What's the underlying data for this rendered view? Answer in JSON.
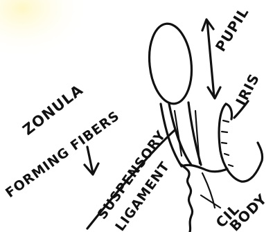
{
  "labels": {
    "zonula": "ZONULA",
    "forming_fibers": "FORMING FIBERS",
    "suspensory": "SUSPENSORY",
    "ligament": "LIGAMENT",
    "pupil": "PUPIL",
    "iris": "IRIS",
    "cil": "CIL",
    "body": "BODY"
  },
  "colors": {
    "ink": "#111111",
    "paper": "#ffffff",
    "highlight": "#fff7c2"
  }
}
